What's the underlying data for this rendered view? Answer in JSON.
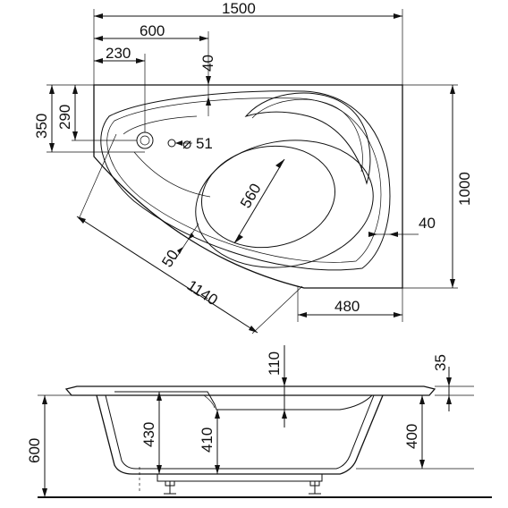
{
  "top_view": {
    "width_label": "1500",
    "depth_label": "1000",
    "drain_offset_x_label": "600",
    "drain_x_label": "230",
    "rim_top_label": "40",
    "drain_y_outer_label": "350",
    "drain_y_inner_label": "290",
    "overflow_label": "⌀ 51",
    "basin_length_label": "560",
    "rim_right_label": "40",
    "diag_length_label": "1140",
    "rim_front_label": "50",
    "bottom_right_label": "480"
  },
  "side_view": {
    "ledge_depth_label": "110",
    "rim_thickness_label": "35",
    "left_depth_label": "430",
    "center_depth_label": "410",
    "right_depth_label": "400",
    "total_height_label": "600"
  }
}
